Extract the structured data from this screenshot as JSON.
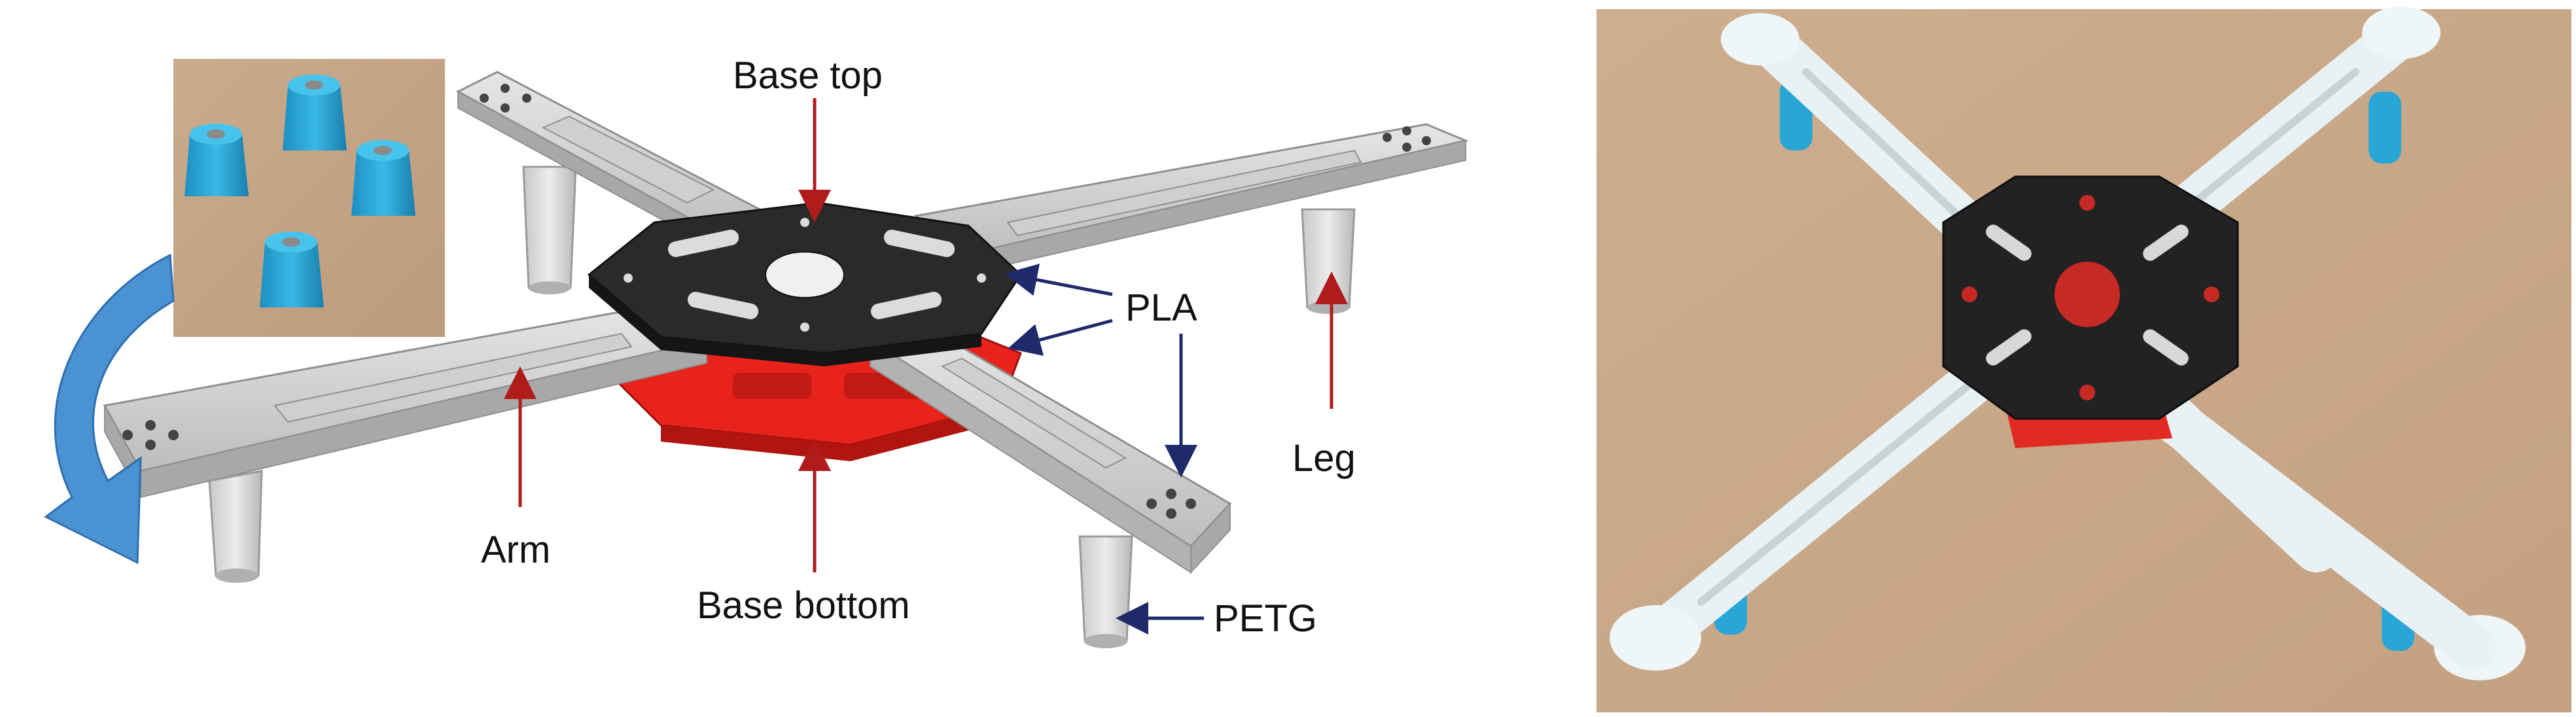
{
  "diagram": {
    "labels": {
      "base_top": "Base top",
      "pla": "PLA",
      "leg": "Leg",
      "arm": "Arm",
      "base_bottom": "Base bottom",
      "petg": "PETG"
    }
  },
  "colors": {
    "arm_material": "#d6d6d6",
    "base_top_plate": "#2a2a2a",
    "base_bottom_plate": "#e8231b",
    "leg_material": "#22a8d8",
    "red_arrow": "#b01c1c",
    "navy_arrow": "#1f2a6b",
    "curved_arrow": "#4a92d2",
    "table_surface": "#c9a888"
  }
}
